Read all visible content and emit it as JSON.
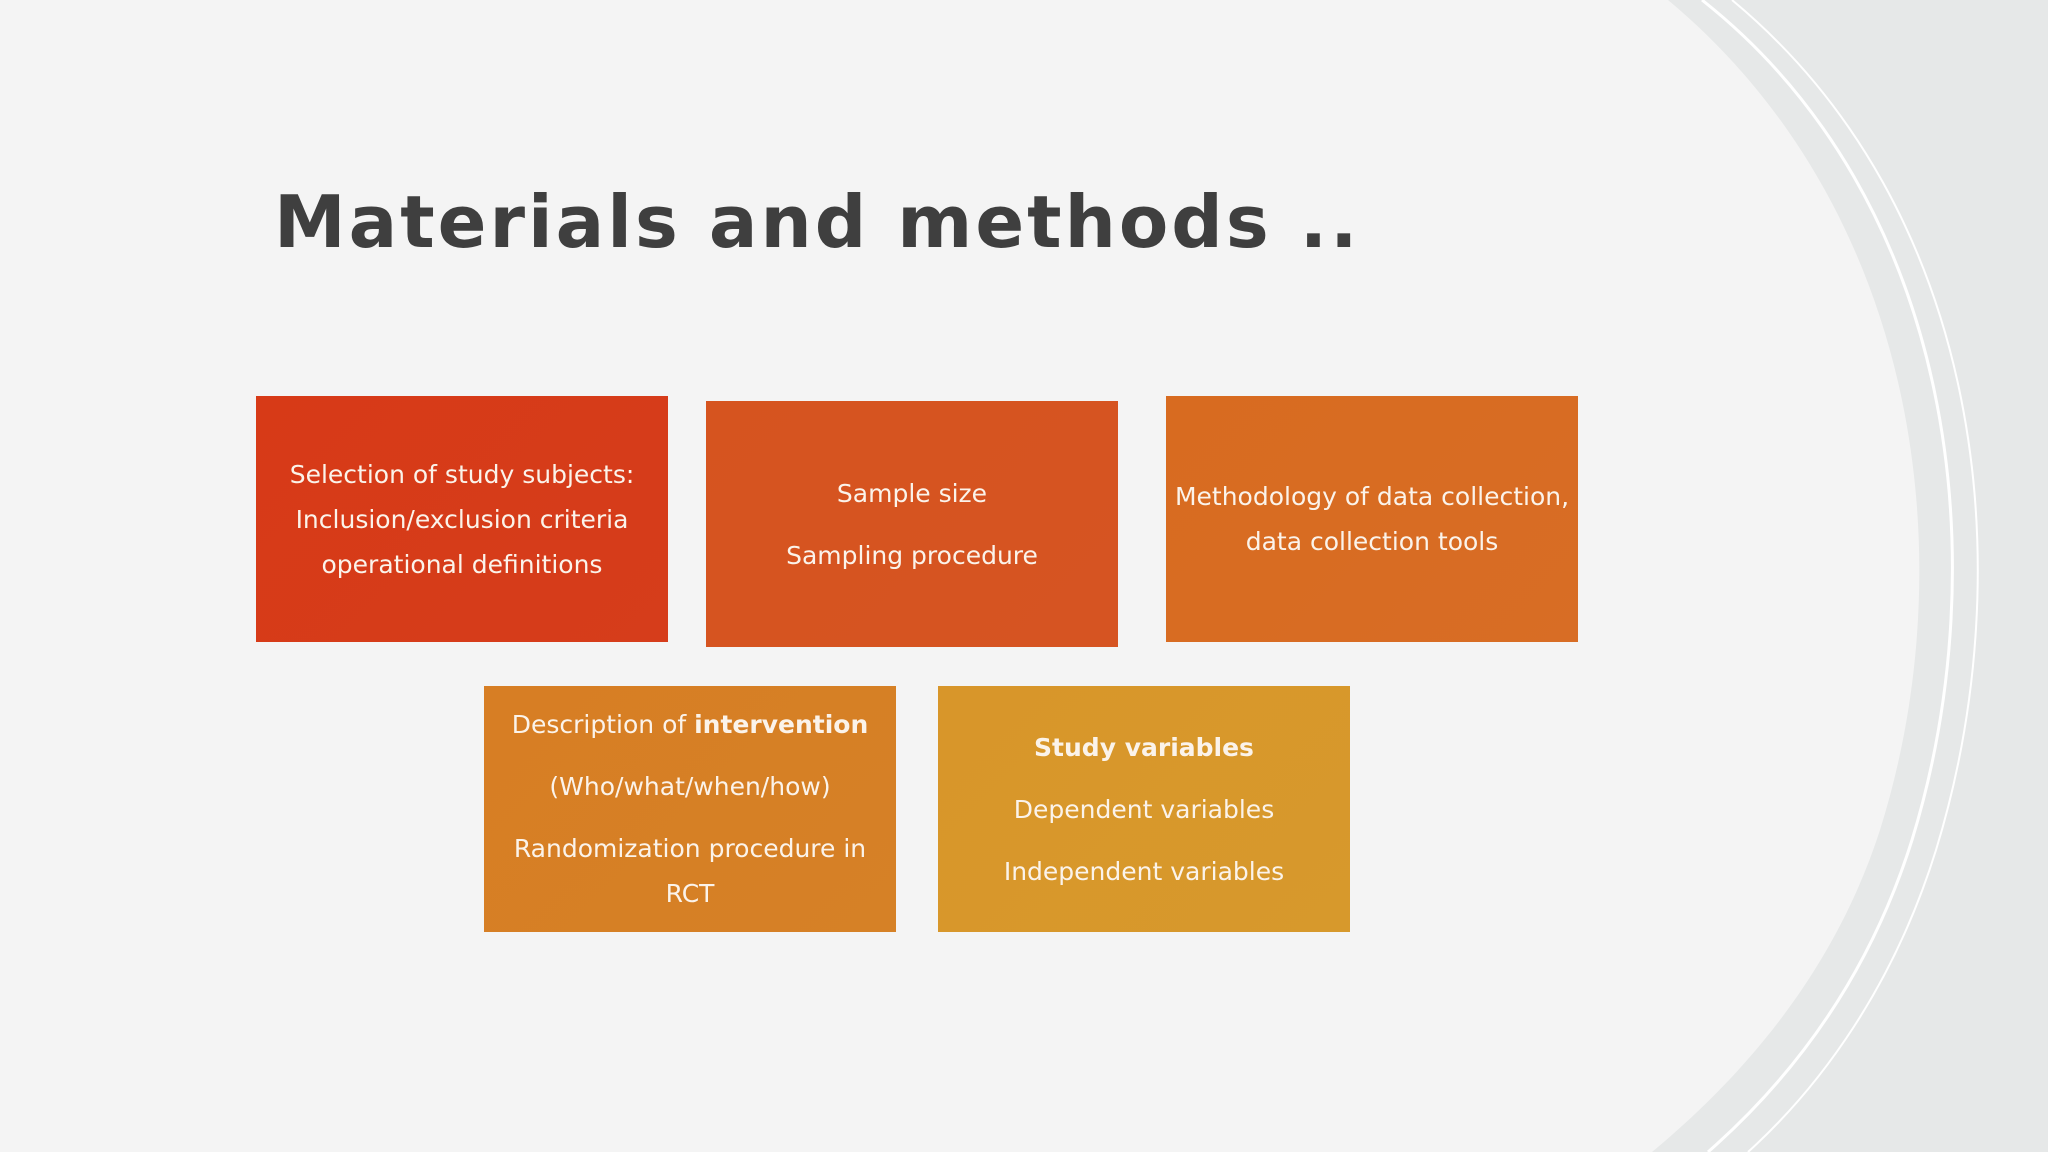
{
  "slide": {
    "title": "Materials and methods ..",
    "boxes": [
      {
        "lines": [
          "Selection of study subjects:",
          "Inclusion/exclusion criteria",
          "operational definitions"
        ]
      },
      {
        "lines": [
          "Sample size",
          "Sampling procedure"
        ]
      },
      {
        "lines": [
          "Methodology of data collection,",
          "data collection tools"
        ]
      },
      {
        "line1_prefix": "Description of ",
        "line1_bold": "intervention",
        "line2": "(Who/what/when/how)",
        "line3": "Randomization procedure in",
        "line4": "RCT"
      },
      {
        "heading": "Study variables",
        "line2": "Dependent variables",
        "line3": "Independent variables"
      }
    ]
  },
  "colors": {
    "background": "#f4f4f4",
    "title": "#3f3f3f",
    "box1": "#d73a17",
    "box2": "#d6541f",
    "box3": "#d86b20",
    "box4": "#d77e24",
    "box5": "#d8962a",
    "box_text": "#fbf3ea"
  }
}
